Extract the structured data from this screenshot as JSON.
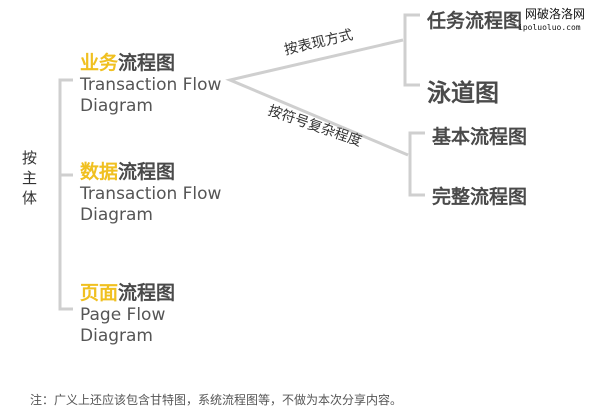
{
  "root_label": "按主体",
  "groups": [
    {
      "highlight": "业务",
      "rest": "流程图",
      "en1": "Transaction Flow",
      "en2": "Diagram"
    },
    {
      "highlight": "数据",
      "rest": "流程图",
      "en1": "Transaction Flow",
      "en2": "Diagram"
    },
    {
      "highlight": "页面",
      "rest": "流程图",
      "en1": "Page Flow",
      "en2": "Diagram"
    }
  ],
  "branches": {
    "upper_label": "按表现方式",
    "lower_label": "按符号复杂程度"
  },
  "leaves": {
    "task": "任务流程图",
    "swimlane": "泳道图",
    "basic": "基本流程图",
    "complete": "完整流程图"
  },
  "watermark": {
    "line1": "网破洛洛网",
    "line2": "ipoluoluo.com"
  },
  "footnote": "注：广义上还应该包含甘特图，系统流程图等，不做为本次分享内容。",
  "colors": {
    "accent": "#f0c020",
    "line": "#cccccc",
    "text": "#4a4a4a"
  }
}
